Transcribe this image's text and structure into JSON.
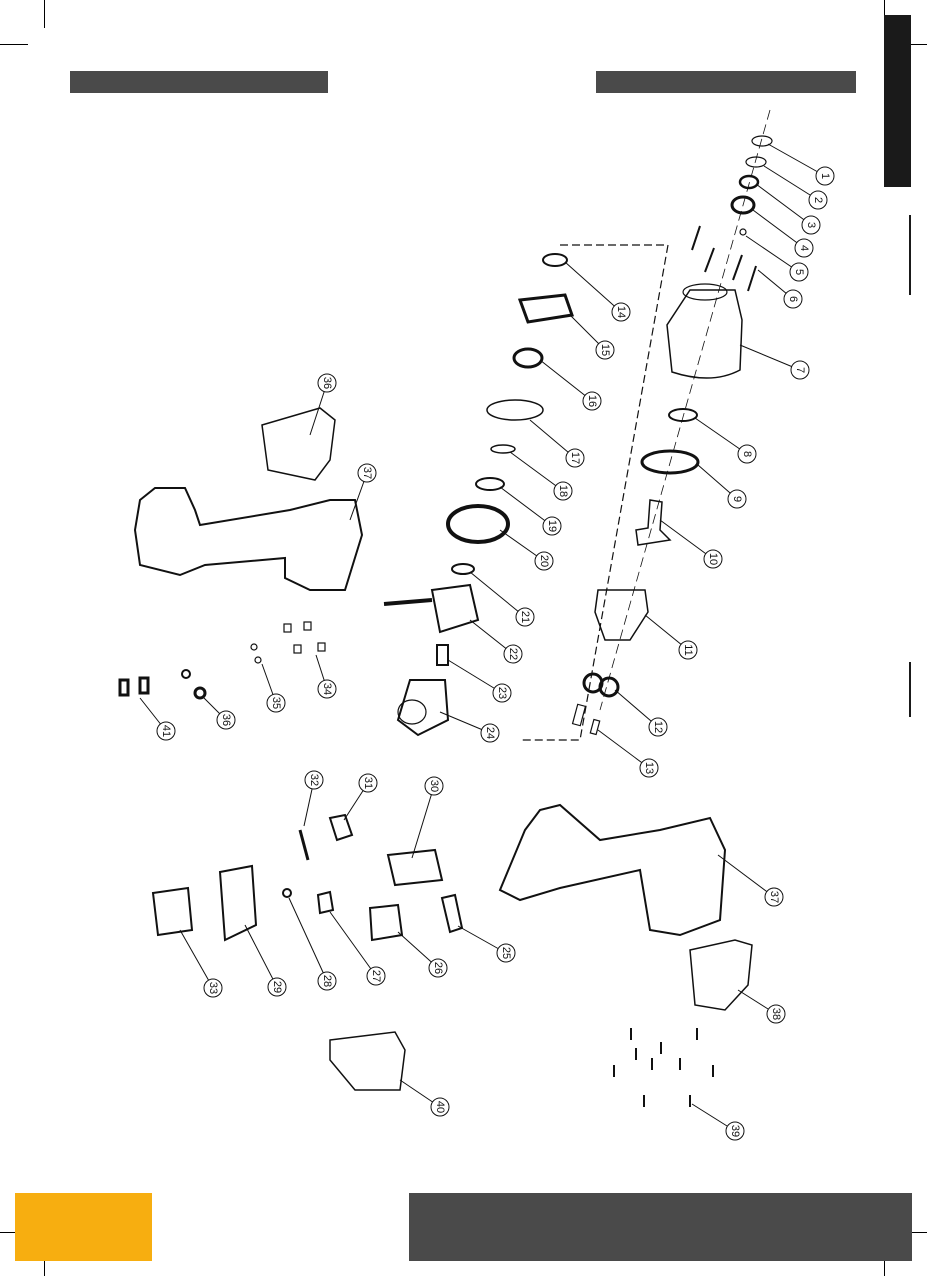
{
  "header": {
    "left_bar_text": "",
    "right_bar_text": ""
  },
  "footer": {
    "accent_color": "#f7ae10",
    "bar_color": "#4a4a4a",
    "page_number": "",
    "bar_text": ""
  },
  "colors": {
    "header_bar": "#4a4a4a",
    "side_tab": "#1a1a1a",
    "line": "#111111"
  },
  "diagram": {
    "part_numbers": [
      "1",
      "2",
      "3",
      "4",
      "5",
      "6",
      "7",
      "8",
      "9",
      "10",
      "11",
      "12",
      "13",
      "14",
      "15",
      "16",
      "17",
      "18",
      "19",
      "20",
      "21",
      "22",
      "23",
      "24",
      "25",
      "26",
      "27",
      "28",
      "29",
      "30",
      "31",
      "32",
      "33",
      "34",
      "35",
      "36",
      "37",
      "38",
      "39",
      "40",
      "41"
    ]
  }
}
